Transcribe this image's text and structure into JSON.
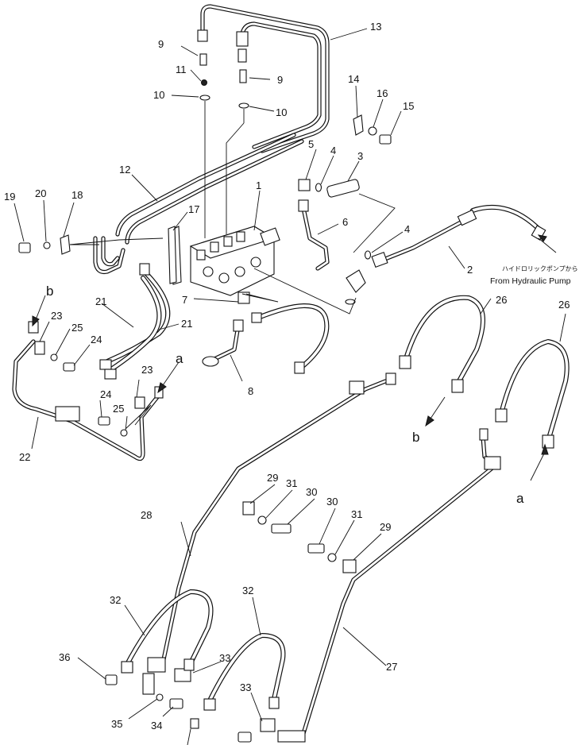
{
  "diagram": {
    "note": {
      "jp": "ハイドロリックポンプから",
      "en": "From Hydraulic Pump"
    },
    "arrow_letters": [
      "b",
      "a",
      "b",
      "a"
    ],
    "labels": [
      "1",
      "2",
      "3",
      "4",
      "4",
      "5",
      "6",
      "7",
      "8",
      "9",
      "9",
      "10",
      "10",
      "11",
      "12",
      "13",
      "14",
      "15",
      "16",
      "17",
      "18",
      "19",
      "20",
      "21",
      "21",
      "22",
      "23",
      "23",
      "24",
      "24",
      "25",
      "25",
      "26",
      "26",
      "27",
      "28",
      "29",
      "29",
      "30",
      "30",
      "31",
      "31",
      "32",
      "32",
      "33",
      "33",
      "34",
      "35",
      "36"
    ]
  }
}
